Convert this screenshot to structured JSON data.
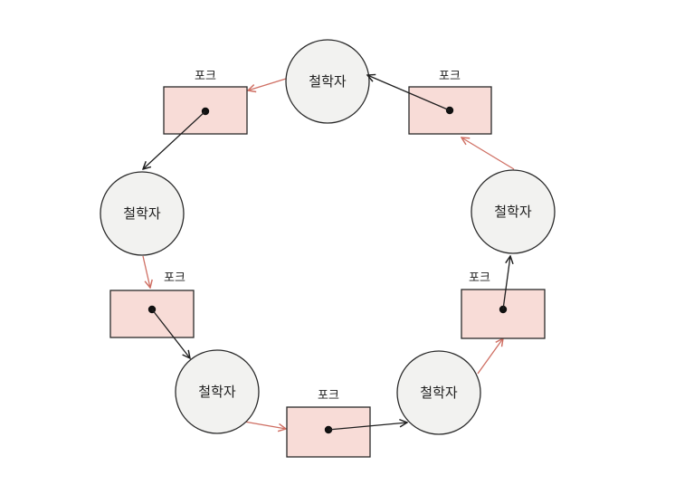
{
  "philosophers": [
    {
      "label": "철학자"
    },
    {
      "label": "철학자"
    },
    {
      "label": "철학자"
    },
    {
      "label": "철학자"
    },
    {
      "label": "철학자"
    }
  ],
  "forks": [
    {
      "label": "포크"
    },
    {
      "label": "포크"
    },
    {
      "label": "포크"
    },
    {
      "label": "포크"
    },
    {
      "label": "포크"
    }
  ],
  "colors": {
    "philosopher_fill": "#f2f2f0",
    "fork_fill": "#f8dcd7",
    "outline": "#2a2a2a",
    "request_arrow": "#cf6f63",
    "hold_arrow": "#1f1f1f"
  }
}
